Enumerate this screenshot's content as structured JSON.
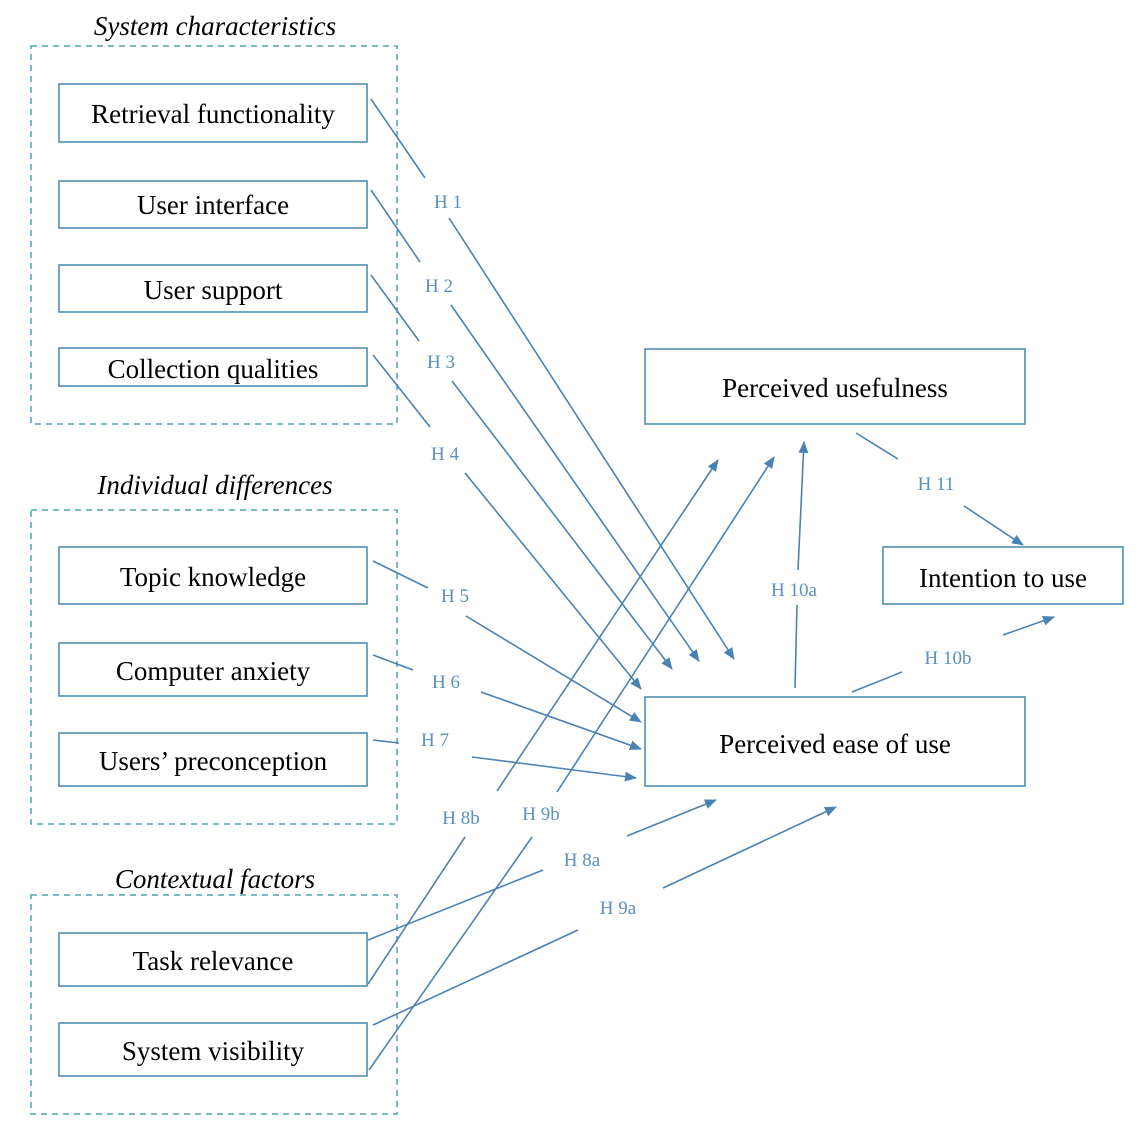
{
  "groups": {
    "system": {
      "title": "System characteristics"
    },
    "individual": {
      "title": "Individual differences"
    },
    "contextual": {
      "title": "Contextual factors"
    }
  },
  "nodes": {
    "retrieval": "Retrieval functionality",
    "ui": "User interface",
    "support": "User support",
    "collection": "Collection qualities",
    "topic": "Topic knowledge",
    "anxiety": "Computer anxiety",
    "preconception": "Users’ preconception",
    "task": "Task relevance",
    "visibility": "System visibility",
    "usefulness": "Perceived usefulness",
    "ease": "Perceived ease of use",
    "intention": "Intention to use"
  },
  "hypotheses": {
    "h1": "H 1",
    "h2": "H 2",
    "h3": "H 3",
    "h4": "H 4",
    "h5": "H 5",
    "h6": "H 6",
    "h7": "H 7",
    "h8a": "H 8a",
    "h8b": "H 8b",
    "h9a": "H 9a",
    "h9b": "H 9b",
    "h10a": "H 10a",
    "h10b": "H 10b",
    "h11": "H 11"
  },
  "colors": {
    "arrow": "#4a82b4",
    "box_border": "#4f8fb0",
    "group_border": "#4fa3b3",
    "hypothesis_label": "#5a8fc0"
  }
}
